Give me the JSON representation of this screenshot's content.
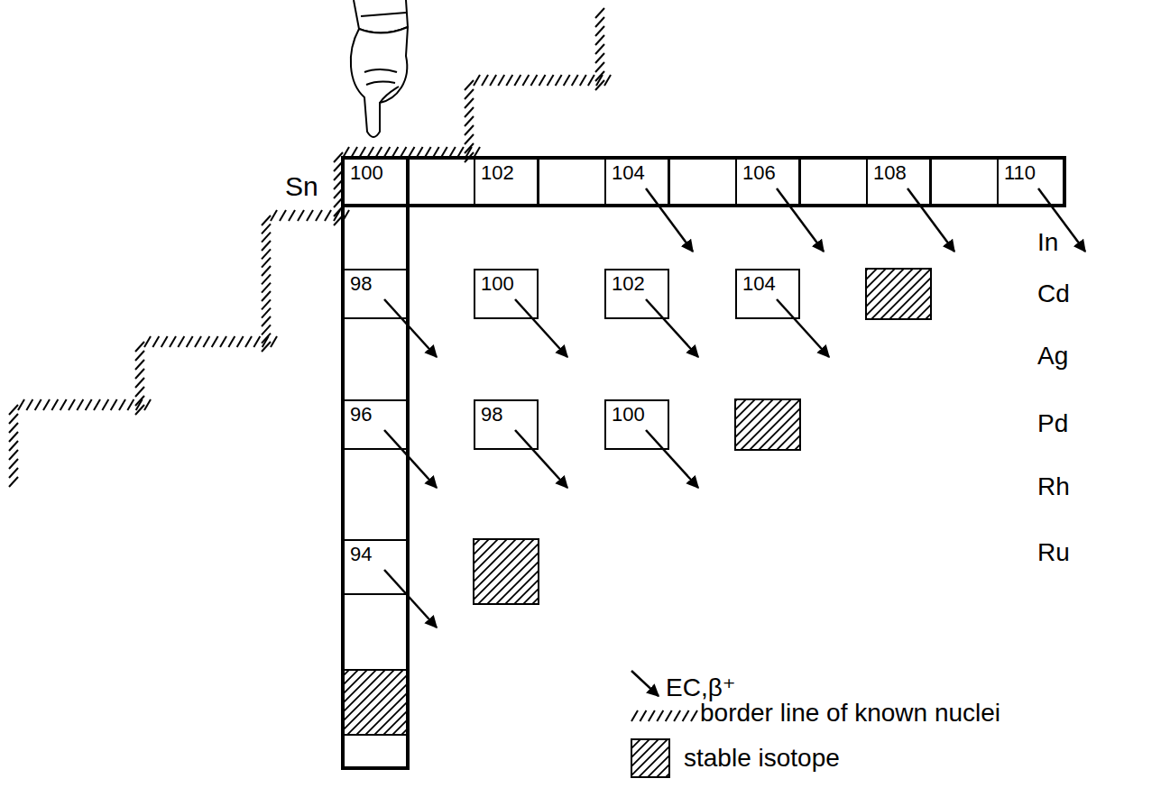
{
  "diagram": {
    "nodes": [
      {
        "text": [
          "100"
        ]
      },
      {
        "text": [
          "102"
        ]
      },
      {
        "text": [
          "104"
        ]
      },
      {
        "text": [
          "106"
        ]
      },
      {
        "text": [
          "108"
        ]
      },
      {
        "text": [
          "110"
        ]
      },
      {
        "text": [
          "98"
        ]
      },
      {
        "text": [
          "100"
        ]
      },
      {
        "text": [
          "102"
        ]
      },
      {
        "text": [
          "104"
        ]
      },
      {
        "text": [
          "96"
        ]
      },
      {
        "text": [
          "98"
        ]
      },
      {
        "text": [
          "100"
        ]
      },
      {
        "text": [
          "94"
        ]
      }
    ],
    "labels": [
      "Sn",
      "In",
      "Cd",
      "Ag",
      "Pd",
      "Rh",
      "Ru"
    ],
    "legend": [
      {
        "text": "EC,β⁺"
      },
      {
        "text": "border line of known nuclei"
      },
      {
        "text": "stable isotope"
      }
    ]
  }
}
